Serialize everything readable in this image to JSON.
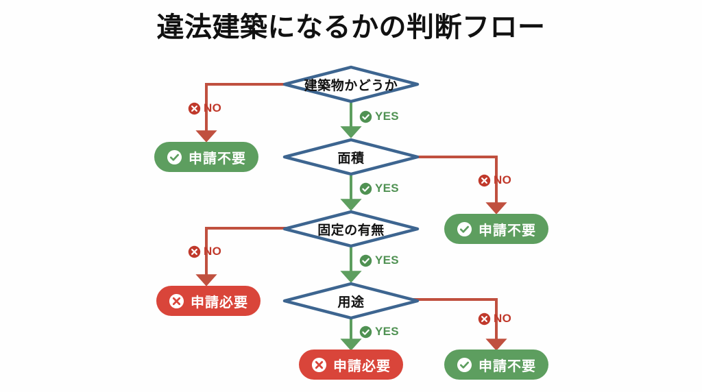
{
  "page": {
    "title": "違法建築になるかの判断フロー",
    "background_color": "#fefefe"
  },
  "colors": {
    "diamond_border": "#3d6590",
    "diamond_fill": "#ffffff",
    "green": "#5d9e5f",
    "red": "#d9453a",
    "yes_text": "#4f9152",
    "no_text": "#c0392b",
    "connector_no": "#c0503f",
    "connector_yes": "#5d9e5f",
    "title_text": "#111111"
  },
  "decisions": [
    {
      "id": "d1",
      "label": "建築物かどうか"
    },
    {
      "id": "d2",
      "label": "面積"
    },
    {
      "id": "d3",
      "label": "固定の有無"
    },
    {
      "id": "d4",
      "label": "用途"
    }
  ],
  "results": [
    {
      "id": "r1",
      "label": "申請不要",
      "kind": "green",
      "icon": "check-circle-icon"
    },
    {
      "id": "r2",
      "label": "申請不要",
      "kind": "green",
      "icon": "check-circle-icon"
    },
    {
      "id": "r3",
      "label": "申請必要",
      "kind": "red",
      "icon": "cross-circle-icon"
    },
    {
      "id": "r4",
      "label": "申請必要",
      "kind": "red",
      "icon": "cross-circle-icon"
    },
    {
      "id": "r5",
      "label": "申請不要",
      "kind": "green",
      "icon": "check-circle-icon"
    }
  ],
  "markers": [
    {
      "id": "m1",
      "label": "NO",
      "kind": "no",
      "icon": "cross-circle-icon"
    },
    {
      "id": "m2",
      "label": "YES",
      "kind": "yes",
      "icon": "check-circle-icon"
    },
    {
      "id": "m3",
      "label": "NO",
      "kind": "no",
      "icon": "cross-circle-icon"
    },
    {
      "id": "m4",
      "label": "YES",
      "kind": "yes",
      "icon": "check-circle-icon"
    },
    {
      "id": "m5",
      "label": "NO",
      "kind": "no",
      "icon": "cross-circle-icon"
    },
    {
      "id": "m6",
      "label": "YES",
      "kind": "yes",
      "icon": "check-circle-icon"
    },
    {
      "id": "m7",
      "label": "NO",
      "kind": "no",
      "icon": "cross-circle-icon"
    },
    {
      "id": "m8",
      "label": "YES",
      "kind": "yes",
      "icon": "check-circle-icon"
    }
  ]
}
